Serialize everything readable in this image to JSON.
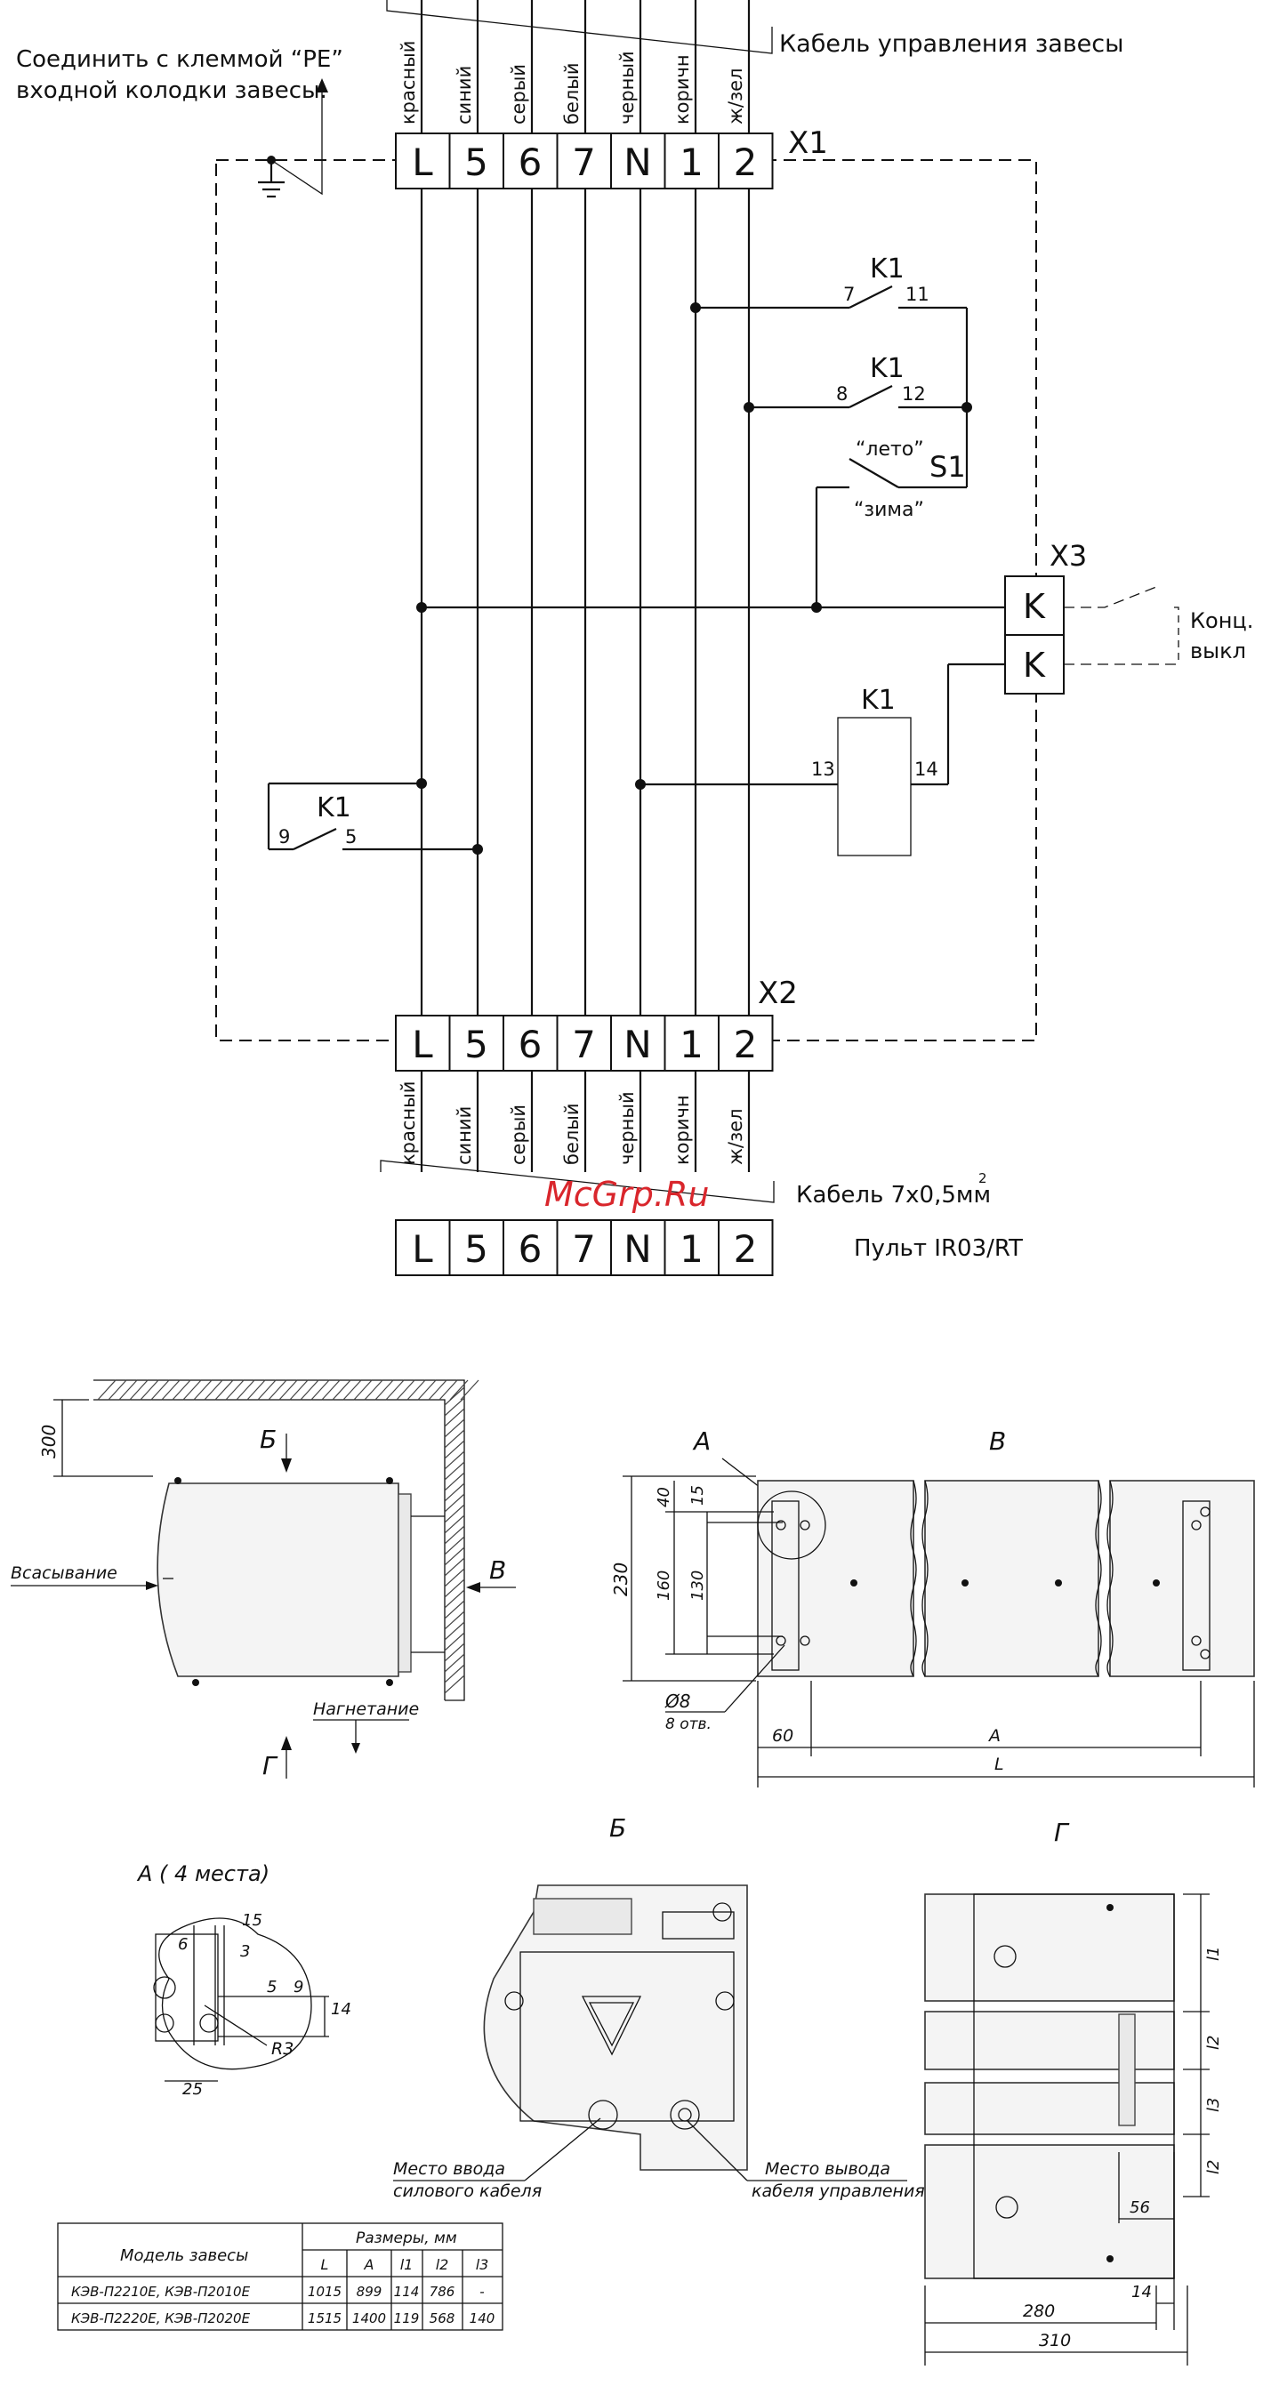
{
  "top_terminals": [
    "L",
    "5",
    "6",
    "7",
    "N",
    "1",
    "2"
  ],
  "bottom_terminals": [
    "L",
    "5",
    "6",
    "7",
    "N",
    "1",
    "2"
  ],
  "remote_terminals": [
    "L",
    "5",
    "6",
    "7",
    "N",
    "1",
    "2"
  ],
  "wire_colors": [
    "красный",
    "синий",
    "серый",
    "белый",
    "черный",
    "коричн",
    "ж/зел"
  ],
  "labels": {
    "pe_line1": "Соединить с клеммой “PE”",
    "pe_line2": "входной колодки завесы.",
    "control_cable": "Кабель управления завесы",
    "x1": "X1",
    "x2": "X2",
    "x3": "X3",
    "k1": "K1",
    "s1": "S1",
    "summer": "“лето”",
    "winter": "“зима”",
    "k_contact": "K",
    "limit_switch_line1": "Конц.",
    "limit_switch_line2": "выкл",
    "pin_7": "7",
    "pin_11": "11",
    "pin_8": "8",
    "pin_12": "12",
    "pin_13": "13",
    "pin_14": "14",
    "pin_9": "9",
    "pin_5": "5",
    "cable": "Кабель 7х0,5мм",
    "cable_sup": "2",
    "remote": "Пульт IR03/RT",
    "watermark": "McGrp.Ru"
  },
  "drawings": {
    "side_suction": "Всасывание",
    "side_discharge": "Нагнетание",
    "dim_300": "300",
    "view_b": "Б",
    "view_v": "В",
    "view_g": "Г",
    "view_a": "А",
    "front_230": "230",
    "front_160": "160",
    "front_130": "130",
    "front_40": "40",
    "front_15": "15",
    "front_60": "60",
    "front_A": "A",
    "front_L": "L",
    "hole_d": "Ø8",
    "hole_n": "8 отв.",
    "detail_title": "А ( 4 места)",
    "d_15": "15",
    "d_6": "6",
    "d_3": "3",
    "d_5": "5",
    "d_9": "9",
    "d_14": "14",
    "d_r3": "R3",
    "d_25": "25",
    "top_view_title": "Б",
    "cable_in_1": "Место ввода",
    "cable_in_2": "силового кабеля",
    "cable_out_1": "Место вывода",
    "cable_out_2": "кабеля управления",
    "bottom_view_title": "Г",
    "g_l1": "l1",
    "g_l2a": "l2",
    "g_l3": "l3",
    "g_l2b": "l2",
    "g_56": "56",
    "g_14": "14",
    "g_280": "280",
    "g_310": "310"
  },
  "table": {
    "model_header": "Модель завесы",
    "dims_header": "Размеры, мм",
    "columns": [
      "L",
      "A",
      "l1",
      "l2",
      "l3"
    ],
    "rows": [
      {
        "model": "КЭВ-П2210E, КЭВ-П2010E",
        "values": [
          "1015",
          "899",
          "114",
          "786",
          "-"
        ]
      },
      {
        "model": "КЭВ-П2220E, КЭВ-П2020E",
        "values": [
          "1515",
          "1400",
          "119",
          "568",
          "140"
        ]
      }
    ]
  }
}
